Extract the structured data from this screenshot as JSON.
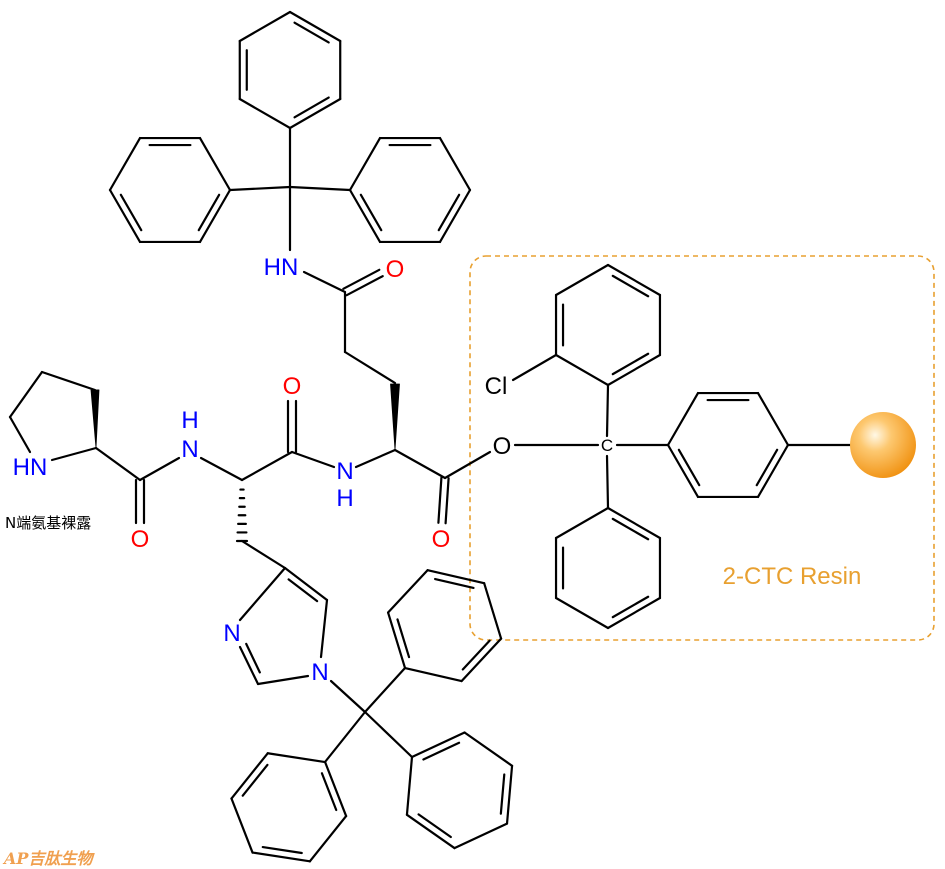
{
  "atom_labels": {
    "gln_side_nh": "HN",
    "gln_side_o": "O",
    "his_co_o": "O",
    "his_nh_h": "H",
    "his_nh_n": "N",
    "gln_nh_n": "N",
    "gln_nh_h": "H",
    "pro_nh": "HN",
    "pro_co_o": "O",
    "gln_co_o": "O",
    "ester_o": "O",
    "chlorine": "Cl",
    "trityl_c": "C",
    "imid_n3": "N",
    "imid_n1": "N"
  },
  "annotation": "N端氨基裸露",
  "resin_label": "2-CTC Resin",
  "logo": "AP吉肽生物",
  "colors": {
    "nitrogen": "#0000FF",
    "oxygen": "#FF0000",
    "bond": "#000000",
    "resin": "#E8A030"
  }
}
